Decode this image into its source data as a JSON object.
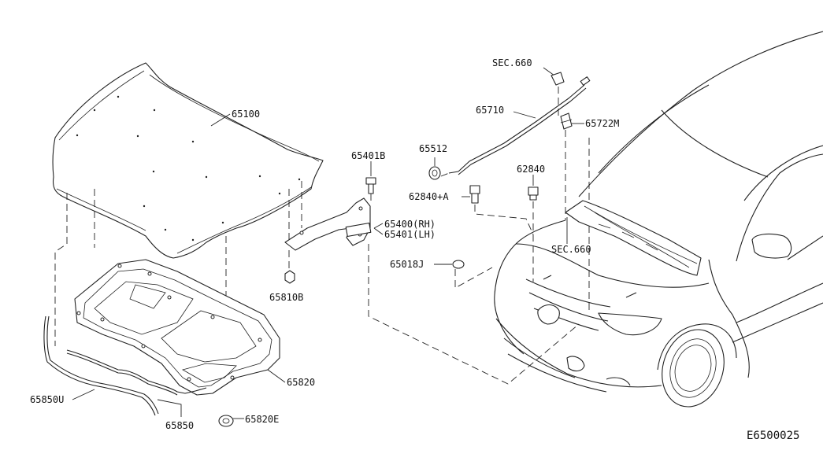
{
  "labels": {
    "hood": "65100",
    "hinge_bolt": "65401B",
    "hinge": "65400(RH)",
    "hinge_lh": "65401(LH)",
    "hinge_nut": "65810B",
    "insulator": "65820",
    "insulator_clip": "65820E",
    "seal_upper": "65850U",
    "seal": "65850",
    "stay_clip_ref": "SEC.660",
    "stay": "65710",
    "stay_holder": "65722M",
    "stay_grommet": "65512",
    "bumper_rubber_a": "62840+A",
    "bumper_rubber": "62840",
    "plug": "65018J",
    "cowl_ref": "SEC.660"
  },
  "diagram_code": "E6500025",
  "colors": {
    "line": "#222222",
    "background": "#ffffff"
  }
}
